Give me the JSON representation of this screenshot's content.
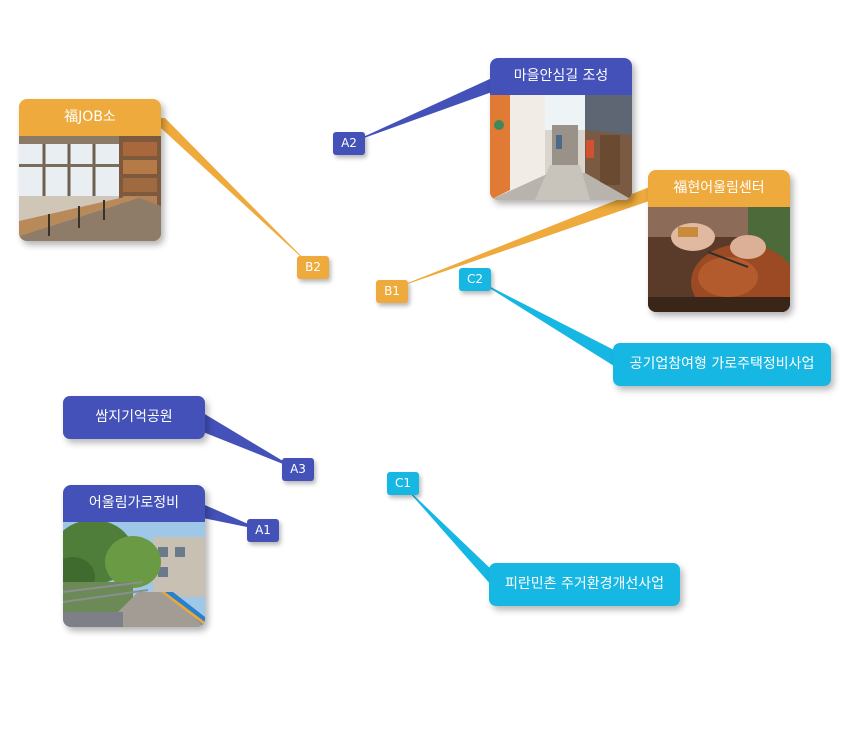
{
  "colors": {
    "blue": "#4351b8",
    "orange": "#eeaa3c",
    "cyan": "#17b7e3"
  },
  "markers": {
    "a1": "A1",
    "a2": "A2",
    "a3": "A3",
    "b1": "B1",
    "b2": "B2",
    "c1": "C1",
    "c2": "C2"
  },
  "cards": {
    "bok_job": {
      "title": "福JOB소",
      "photo": "library-reading-room-photo"
    },
    "maeul_road": {
      "title": "마을안심길 조성",
      "photo": "alley-street-photo"
    },
    "bok_center": {
      "title": "福현어울림센터",
      "photo": "leather-craft-photo"
    },
    "street_maint": {
      "title": "어울림가로정비",
      "photo": "tree-lined-sidewalk-photo"
    }
  },
  "labels": {
    "ssamji": "쌈지기억공원",
    "public_housing": "공기업참여형 가로주택정비사업",
    "piran": "피란민촌 주거환경개선사업"
  }
}
